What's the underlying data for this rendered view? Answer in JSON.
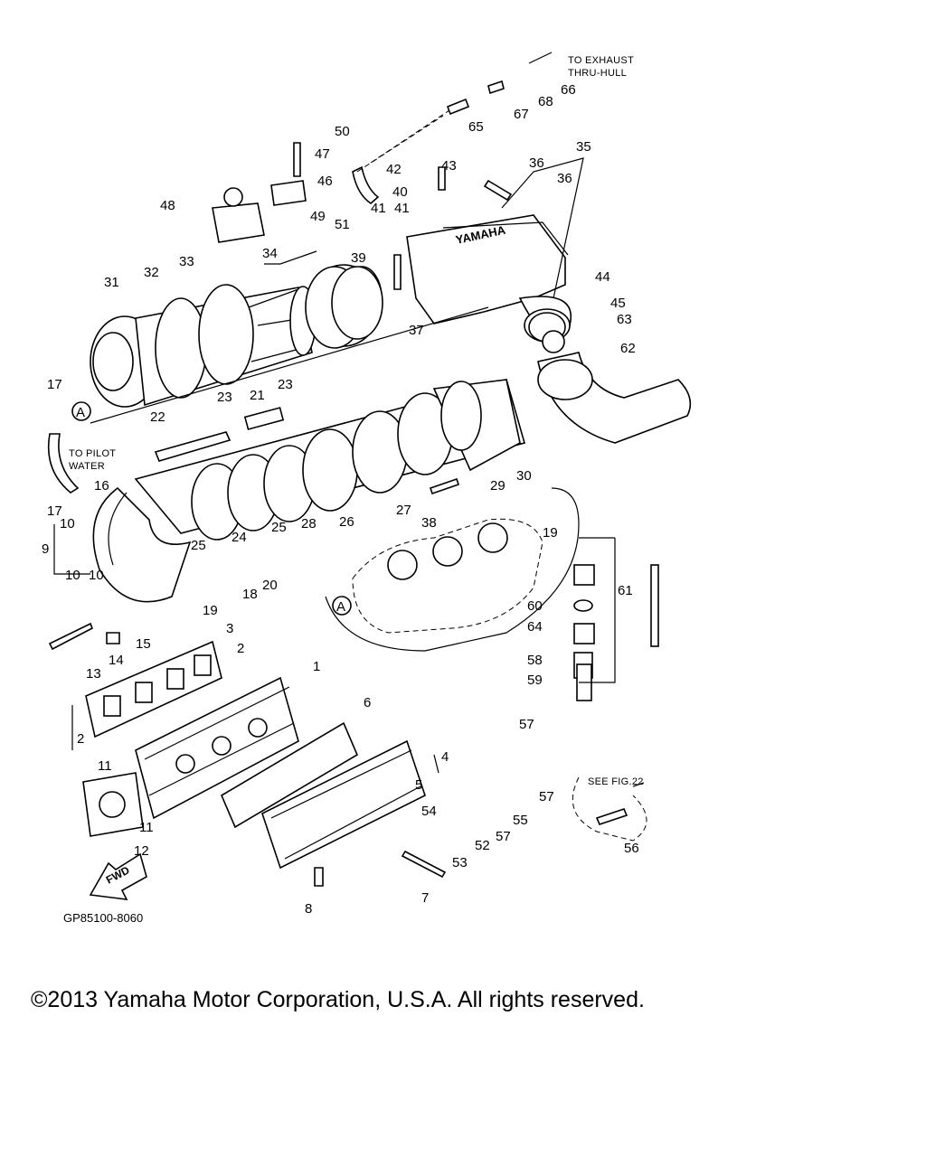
{
  "diagram": {
    "annotations": {
      "to_exhaust_line1": "TO EXHAUST",
      "to_exhaust_line2": "THRU-HULL",
      "to_pilot_line1": "TO PILOT",
      "to_pilot_line2": "WATER",
      "see_fig": "SEE FIG.22",
      "fwd": "FWD",
      "brand_mark": "YAMAHA",
      "ref_a_top": "A",
      "ref_a_bottom": "A"
    },
    "drawing_code": "GP85100-8060",
    "part_numbers": [
      "1",
      "2",
      "2",
      "3",
      "4",
      "5",
      "6",
      "7",
      "8",
      "9",
      "10",
      "10",
      "10",
      "11",
      "11",
      "12",
      "13",
      "14",
      "15",
      "16",
      "17",
      "17",
      "18",
      "19",
      "19",
      "20",
      "21",
      "22",
      "23",
      "23",
      "24",
      "25",
      "25",
      "26",
      "27",
      "28",
      "29",
      "30",
      "31",
      "32",
      "33",
      "34",
      "35",
      "36",
      "36",
      "37",
      "38",
      "39",
      "40",
      "41",
      "41",
      "42",
      "43",
      "44",
      "45",
      "46",
      "47",
      "48",
      "49",
      "50",
      "51",
      "52",
      "53",
      "54",
      "55",
      "56",
      "57",
      "57",
      "57",
      "58",
      "59",
      "60",
      "61",
      "62",
      "63",
      "64",
      "65",
      "66",
      "67",
      "68"
    ]
  },
  "footer": {
    "copyright": "©2013 Yamaha Motor Corporation, U.S.A. All rights reserved."
  }
}
